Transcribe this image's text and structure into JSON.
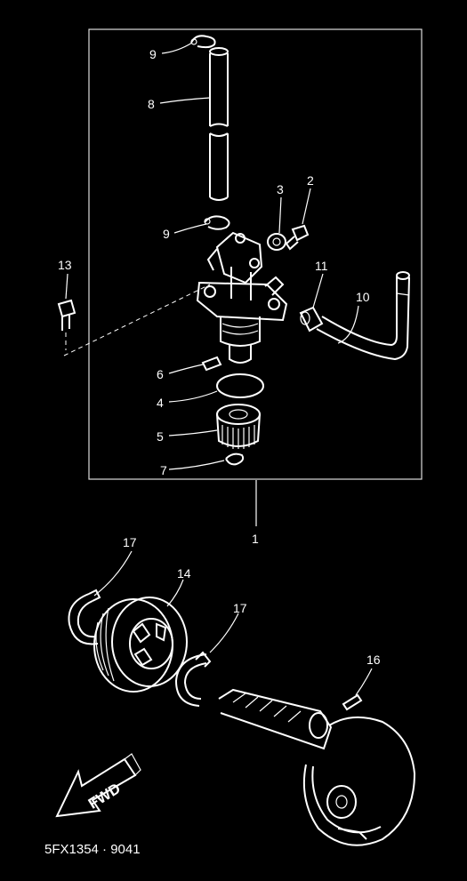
{
  "diagram": {
    "figure_code": "5FX1354 · 9041",
    "direction_label": "FWD",
    "callouts": [
      "1",
      "2",
      "3",
      "4",
      "5",
      "6",
      "7",
      "8",
      "9",
      "9",
      "10",
      "11",
      "13",
      "14",
      "16",
      "17",
      "17"
    ]
  },
  "colors": {
    "background": "#000000",
    "ink": "#ffffff"
  }
}
